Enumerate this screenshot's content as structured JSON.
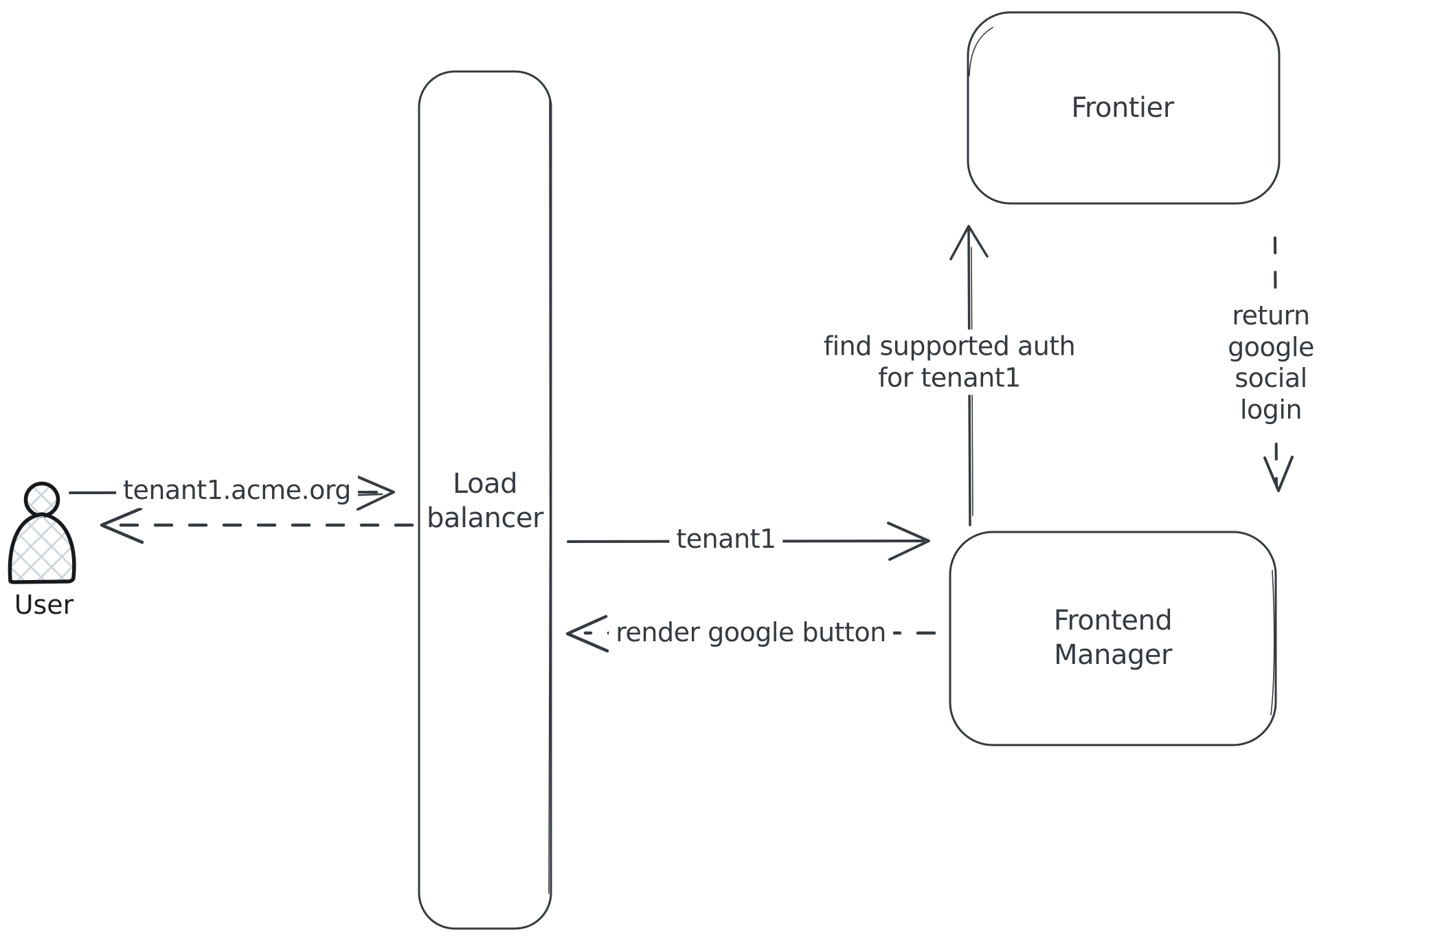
{
  "colors": {
    "stroke": "#343a40",
    "actor_stroke": "#17191c",
    "hatch_fill": "#ccd5dc",
    "background": "#ffffff"
  },
  "nodes": {
    "user": {
      "label": "User",
      "type": "actor"
    },
    "load_balancer": {
      "label": "Load\nbalancer",
      "type": "box"
    },
    "frontier": {
      "label": "Frontier",
      "type": "box"
    },
    "frontend_manager": {
      "label": "Frontend\nManager",
      "type": "box"
    }
  },
  "edges": {
    "user_to_load_balancer": {
      "label": "tenant1.acme.org",
      "style": "solid",
      "direction": "right"
    },
    "load_balancer_to_user": {
      "label": "",
      "style": "dashed",
      "direction": "left"
    },
    "load_balancer_to_frontend_manager": {
      "label": "tenant1",
      "style": "solid",
      "direction": "right"
    },
    "frontend_manager_to_load_balancer": {
      "label": "render google button",
      "style": "dashed",
      "direction": "left"
    },
    "frontend_manager_to_frontier": {
      "label": "find supported auth\nfor tenant1",
      "style": "solid",
      "direction": "up"
    },
    "frontier_to_frontend_manager": {
      "label": "return google social\nlogin",
      "style": "dashed",
      "direction": "down"
    }
  }
}
